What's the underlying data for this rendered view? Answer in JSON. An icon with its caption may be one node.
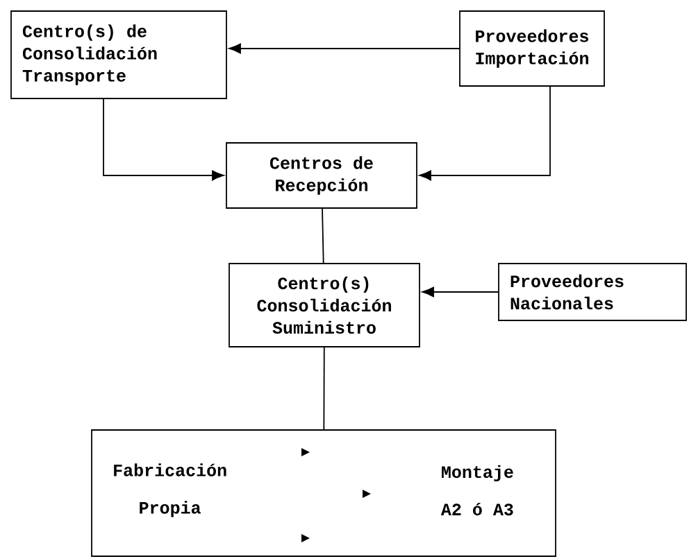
{
  "diagram": {
    "nodes": [
      {
        "text": [
          "Centro(s) de Consolidación Transporte"
        ]
      },
      {
        "text": [
          "Proveedores Importación"
        ]
      },
      {
        "text": [
          "Centros de Recepción"
        ]
      },
      {
        "text": [
          "Centro(s) Consolidación Suministro"
        ]
      },
      {
        "text": [
          "Proveedores Nacionales"
        ]
      },
      {
        "text": [
          "Fabricación Propia",
          "Montaje A2 ó A3"
        ]
      }
    ],
    "edges": [
      {
        "from": 1,
        "to": 0,
        "arrow": "to"
      },
      {
        "from": 0,
        "to": 2,
        "arrow": "to"
      },
      {
        "from": 1,
        "to": 2,
        "arrow": "to"
      },
      {
        "from": 2,
        "to": 3,
        "arrow": "none"
      },
      {
        "from": 4,
        "to": 3,
        "arrow": "to"
      },
      {
        "from": 3,
        "to": 5,
        "arrow": "none"
      }
    ]
  }
}
